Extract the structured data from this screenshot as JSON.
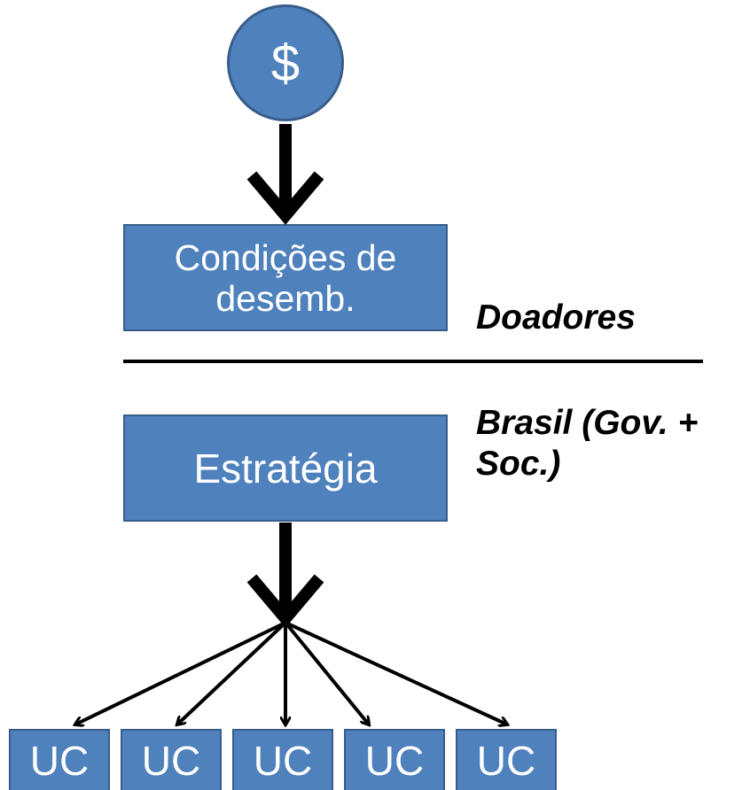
{
  "funding": {
    "symbol": "$",
    "icon": "dollar-icon"
  },
  "conditions_box": {
    "line1": "Condições de",
    "line2": "desemb."
  },
  "donors_label": "Doadores",
  "brazil_label": {
    "line1": "Brasil (Gov. +",
    "line2": "Soc.)"
  },
  "strategy_box": "Estratégia",
  "units": [
    "UC",
    "UC",
    "UC",
    "UC",
    "UC"
  ],
  "colors": {
    "box_fill": "#4f81bd",
    "box_border": "#385d8a",
    "arrow": "#000000"
  }
}
